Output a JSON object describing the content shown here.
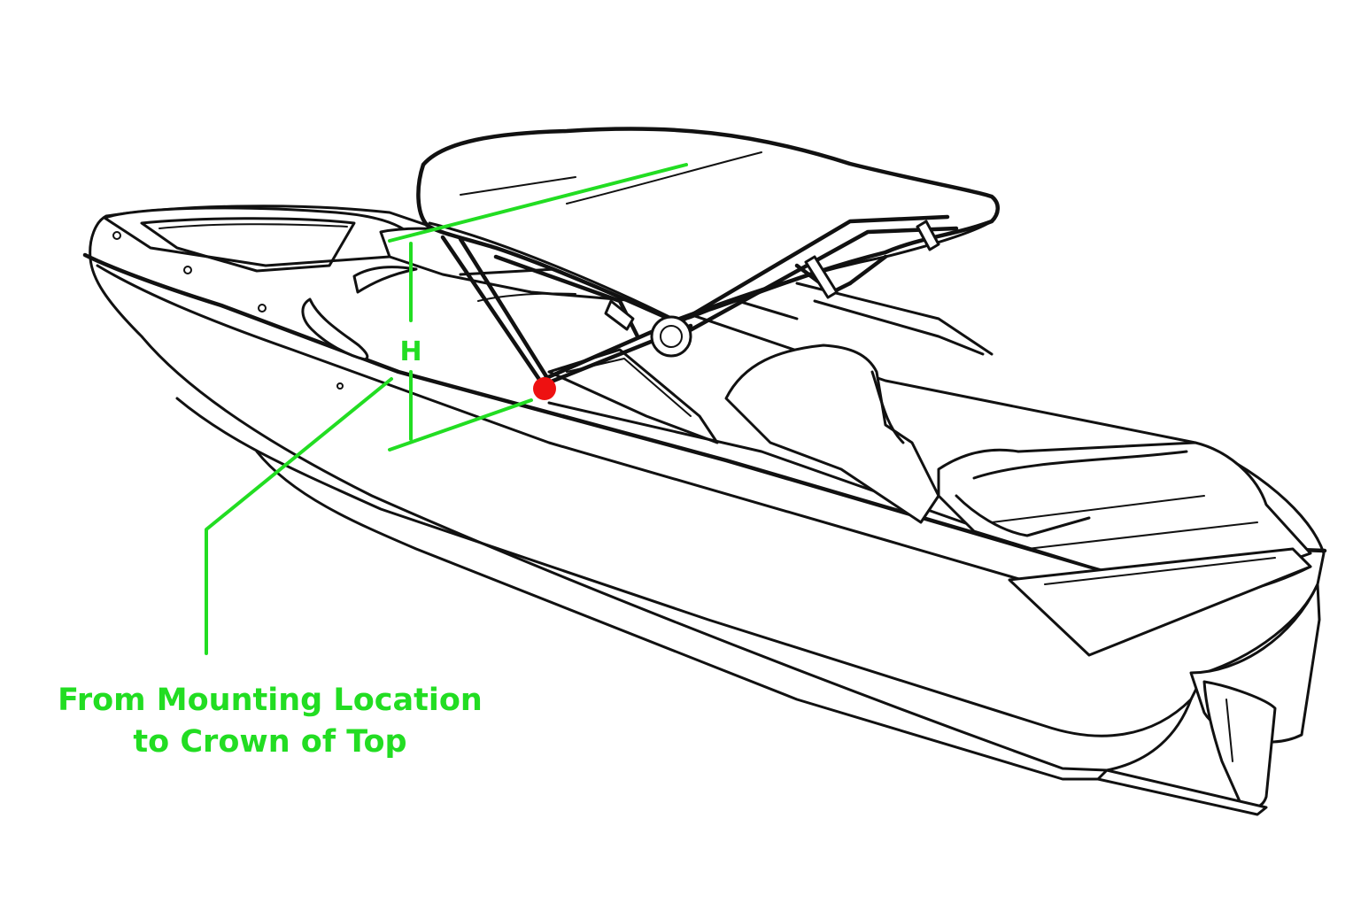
{
  "dimension": {
    "letter": "H",
    "note_line1": "From Mounting Location",
    "note_line2": "to Crown of Top"
  },
  "colors": {
    "dimension_green": "#22dd22",
    "mount_point_red": "#ee1111",
    "outline": "#111111",
    "background": "#ffffff"
  },
  "icons": {
    "mount_point": "red-dot-icon"
  }
}
